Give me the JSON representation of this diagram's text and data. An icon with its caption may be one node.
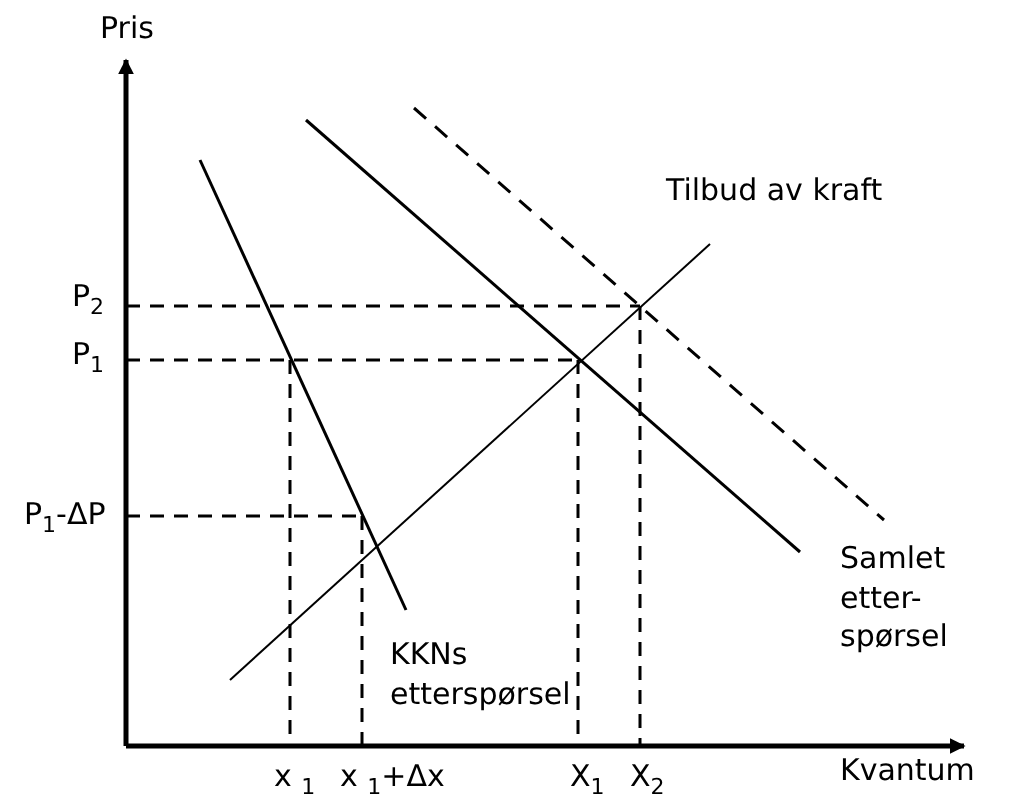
{
  "diagram": {
    "labels": [
      "Pris",
      "Tilbud av kraft",
      "P$_{2}$",
      "P$_{1}$",
      "P$_{1}$-ΔP",
      "Samlet etter-spørsel",
      "KKNs etterspørsel",
      "x $_{1}$",
      "x $_{1}$+Δx",
      "X$_{1}$",
      "X$_{2}$",
      "Kvantum"
    ]
  }
}
